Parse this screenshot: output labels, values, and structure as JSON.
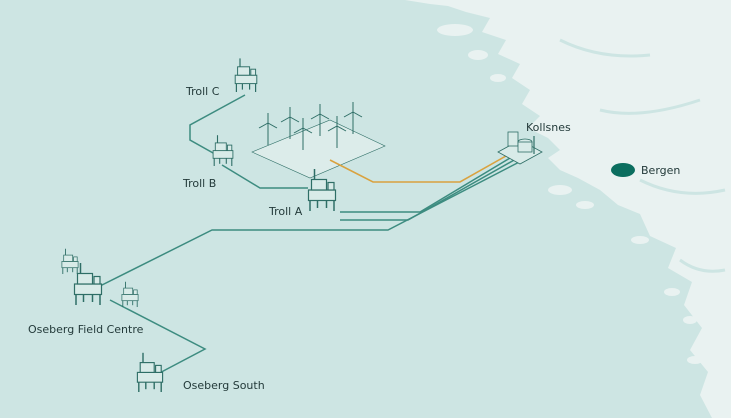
{
  "colors": {
    "sea": "#cde5e3",
    "land": "#e9f2f1",
    "pipeline": "#3d8c80",
    "power_cable": "#d9a23f",
    "facility_fill": "#d8ebe8",
    "facility_stroke": "#2e6e66",
    "wind_farm_area": "#dcecea",
    "bergen_marker": "#0b6e5f"
  },
  "places": {
    "troll_c": "Troll C",
    "troll_b": "Troll B",
    "troll_a": "Troll A",
    "kollsnes": "Kollsnes",
    "bergen": "Bergen",
    "oseberg_field_centre": "Oseberg Field Centre",
    "oseberg_south": "Oseberg South"
  },
  "icons": [
    "platform-icon",
    "wind-turbine-icon",
    "processing-plant-icon",
    "city-marker-icon"
  ]
}
